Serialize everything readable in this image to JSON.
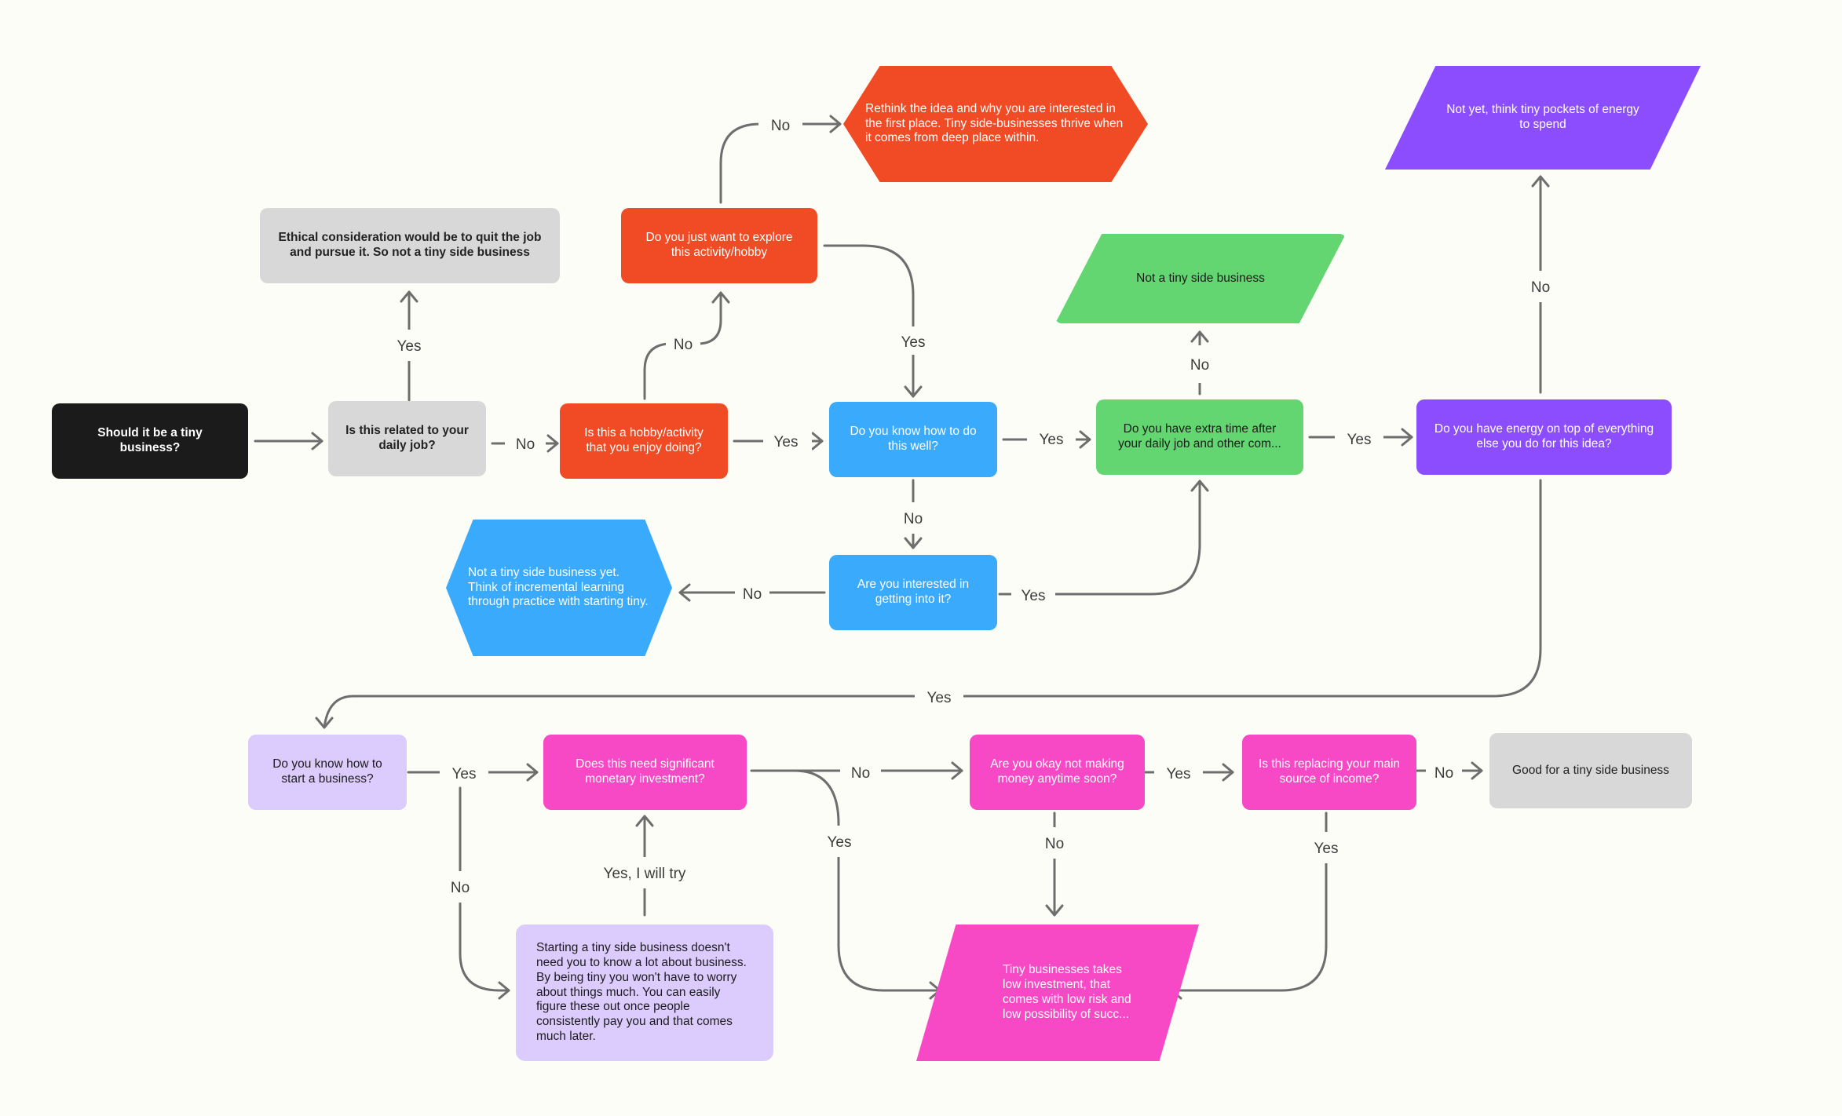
{
  "colors": {
    "black": "#1b1b1b",
    "gray": "#d8d8d8",
    "orange": "#f04b24",
    "blue": "#3aaafc",
    "green": "#63d672",
    "purple": "#8b4dfd",
    "lavender": "#dccbfd",
    "pink": "#f749c6",
    "edge": "#6e6e6e"
  },
  "nodes": {
    "start": "Should it be a tiny business?",
    "related_job": "Is this related to your daily job?",
    "ethical": "Ethical consideration would be to quit the job and pursue it. So not a tiny side business",
    "hobby": "Is this a hobby/activity that you enjoy doing?",
    "explore": "Do you just want to explore this activity/hobby",
    "rethink": "Rethink the idea and why you are interested in the first place. Tiny side-businesses thrive when it comes from deep place within.",
    "know_how": "Do you know how to do this well?",
    "interested": "Are you interested in getting into it?",
    "not_yet_learn": "Not a tiny side business yet. Think of incremental learning through practice with starting tiny.",
    "extra_time": "Do you have extra time after your daily job and other com...",
    "not_tiny": "Not a tiny side business",
    "energy": "Do you have energy on top of everything else you do for this idea?",
    "not_yet_energy": "Not yet, think tiny pockets of energy to spend",
    "start_business": "Do you know how to start a business?",
    "starting_tiny": "Starting a tiny side business doesn't need you to know a lot about business. By being tiny you won't have to worry about things much. You can easily figure these out once people consistently pay you and that comes much later.",
    "investment": "Does this need significant monetary investment?",
    "no_money": "Are you okay not making money anytime soon?",
    "replacing": "Is this replacing your main source of income?",
    "good": "Good for a tiny side business",
    "low_invest": "Tiny businesses takes low investment, that comes with low risk and low possibility of succ..."
  },
  "labels": {
    "yes": "Yes",
    "no": "No",
    "yes_try": "Yes, I will try"
  }
}
